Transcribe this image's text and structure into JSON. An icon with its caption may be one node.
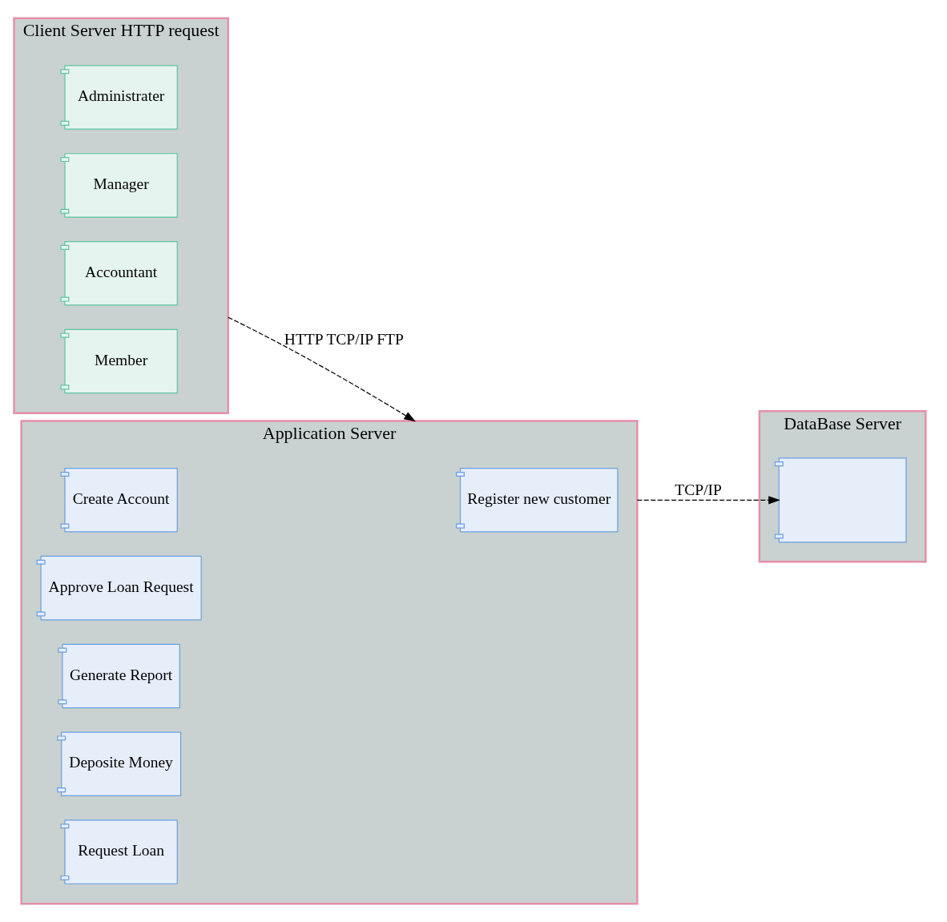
{
  "diagram": {
    "nodes": [
      {
        "text": [
          "Client Server HTTP request"
        ]
      },
      {
        "text": [
          "Administrater"
        ],
        "in": 0
      },
      {
        "text": [
          "Manager"
        ],
        "in": 0
      },
      {
        "text": [
          "Accountant"
        ],
        "in": 0
      },
      {
        "text": [
          "Member"
        ],
        "in": 0
      },
      {
        "text": [
          "Application Server"
        ]
      },
      {
        "text": [
          "Create Account"
        ],
        "in": 5
      },
      {
        "text": [
          "Approve Loan Request"
        ],
        "in": 5
      },
      {
        "text": [
          "Generate Report"
        ],
        "in": 5
      },
      {
        "text": [
          "Register new customer"
        ],
        "in": 5
      },
      {
        "text": [
          "Deposite Money"
        ],
        "in": 5
      },
      {
        "text": [
          "Request Loan"
        ],
        "in": 5
      },
      {
        "text": [
          "DataBase Server"
        ]
      },
      {
        "text": [],
        "shape": "box",
        "in": 12
      }
    ],
    "edges": [
      {
        "from": 0,
        "to": 5,
        "arrow": "to",
        "style": "dashed",
        "label": "HTTP TCP/IP FTP"
      },
      {
        "from": 5,
        "to": 13,
        "arrow": "to",
        "style": "dashed",
        "label": "TCP/IP"
      }
    ]
  }
}
